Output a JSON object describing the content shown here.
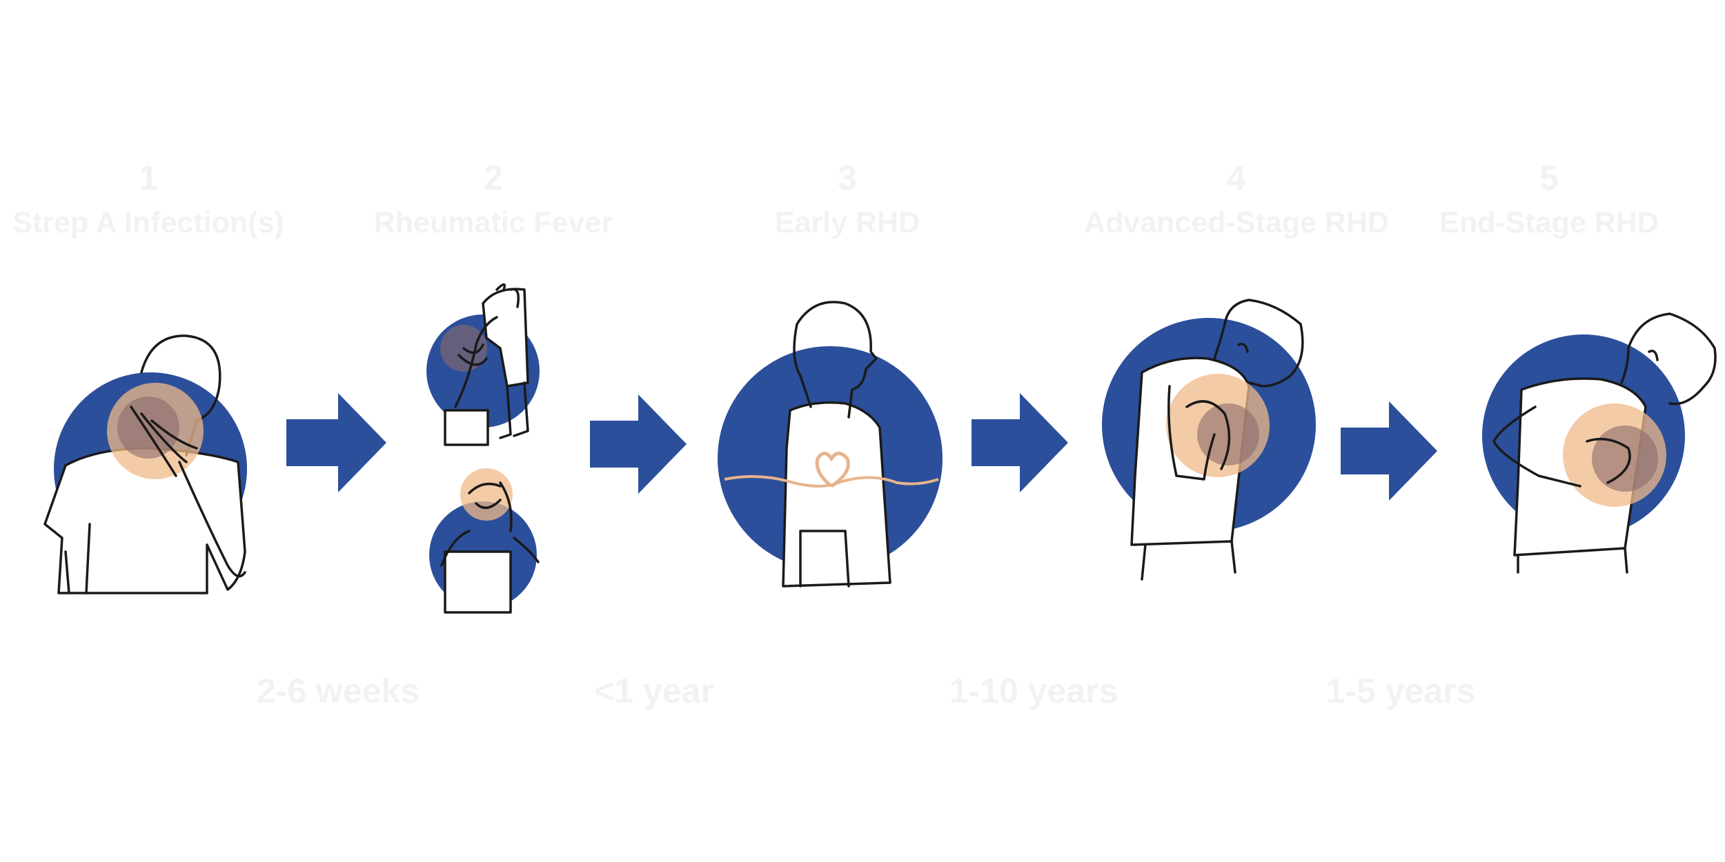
{
  "stages": [
    {
      "number": "1",
      "name": "Strep A Infection(s)"
    },
    {
      "number": "2",
      "name": "Rheumatic Fever"
    },
    {
      "number": "3",
      "name": "Early RHD"
    },
    {
      "number": "4",
      "name": "Advanced-Stage RHD"
    },
    {
      "number": "5",
      "name": "End-Stage RHD"
    }
  ],
  "durations": [
    "2-6 weeks",
    "<1 year",
    "1-10 years",
    "1-5 years"
  ],
  "colors": {
    "circle": "#2b4f9a",
    "arrow": "#2b4f9a",
    "pain": "#f0b98a",
    "label": "#f2f2f2"
  },
  "icons": [
    "sore-throat-figure-icon",
    "joint-pain-figure-icon",
    "headache-figure-icon",
    "heart-figure-icon",
    "chest-pain-figure-icon",
    "right-arrow-icon"
  ]
}
